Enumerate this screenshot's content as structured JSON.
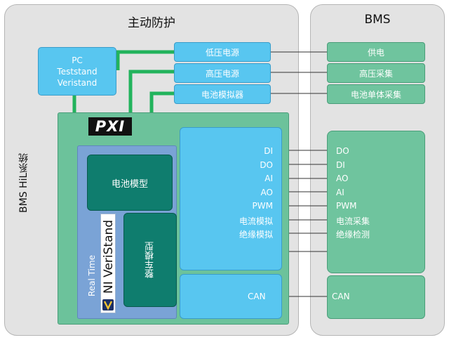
{
  "panels": {
    "active_protection": {
      "title": "主动防护"
    },
    "bms": {
      "title": "BMS"
    }
  },
  "system_label": "BMS HiL系统",
  "pc_box": {
    "lines": [
      "PC",
      "Teststand",
      "Veristand"
    ]
  },
  "power_boxes": [
    {
      "label": "低压电源"
    },
    {
      "label": "高压电源"
    },
    {
      "label": "电池模拟器"
    }
  ],
  "bms_top_boxes": [
    {
      "label": "供电"
    },
    {
      "label": "高压采集"
    },
    {
      "label": "电池单体采集"
    }
  ],
  "pxi_logo": "PXI",
  "battery_model": "电池模型",
  "vehicle_model": "整车模型",
  "real_time": "Real Time",
  "ni_brand": "NI VeriStand",
  "pxi_signals": [
    "DI",
    "DO",
    "AI",
    "AO",
    "PWM",
    "电流模拟",
    "绝缘模拟"
  ],
  "bms_signals": [
    "DO",
    "DI",
    "AO",
    "AI",
    "PWM",
    "电流采集",
    "绝缘检测"
  ],
  "can": {
    "pxi_label": "CAN",
    "bms_label": "CAN"
  },
  "colors": {
    "cyan": "#58c6f0",
    "mint": "#6fc49e",
    "teal": "#0f7d6e",
    "green_connector": "#22b35c",
    "realtime_blue": "#7aa3d6"
  }
}
